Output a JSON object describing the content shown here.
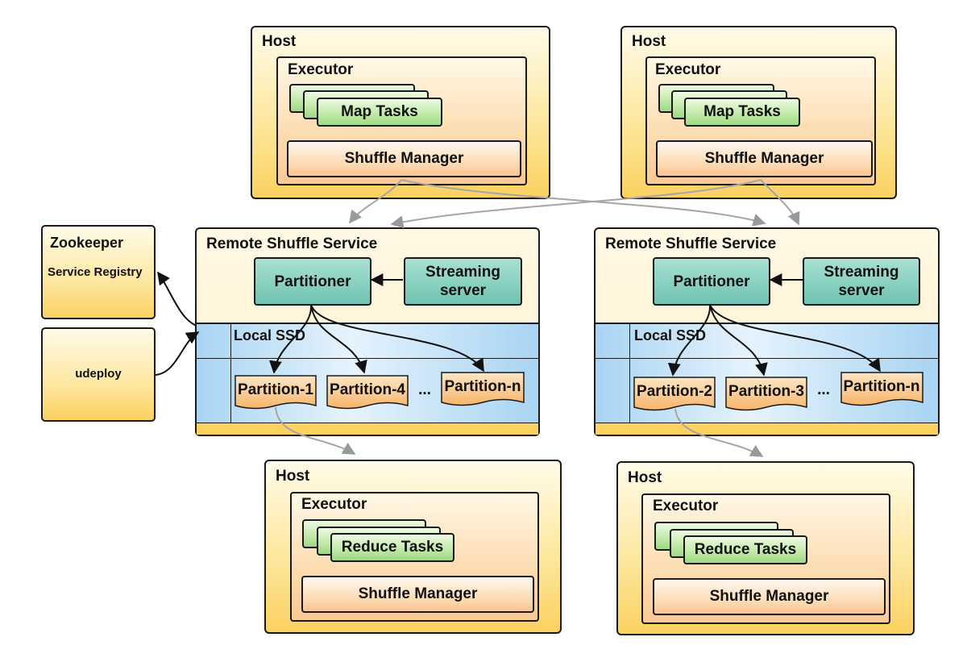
{
  "top_left_host": {
    "title": "Host",
    "executor": "Executor",
    "tasks": "Map Tasks",
    "manager": "Shuffle Manager"
  },
  "top_right_host": {
    "title": "Host",
    "executor": "Executor",
    "tasks": "Map Tasks",
    "manager": "Shuffle Manager"
  },
  "bottom_left_host": {
    "title": "Host",
    "executor": "Executor",
    "tasks": "Reduce Tasks",
    "manager": "Shuffle Manager"
  },
  "bottom_right_host": {
    "title": "Host",
    "executor": "Executor",
    "tasks": "Reduce Tasks",
    "manager": "Shuffle Manager"
  },
  "zookeeper": {
    "title": "Zookeeper",
    "subtitle": "Service Registry"
  },
  "udeploy": {
    "label": "udeploy"
  },
  "left_rss": {
    "title": "Remote Shuffle Service",
    "partitioner": "Partitioner",
    "streaming_server": "Streaming server",
    "local_ssd": "Local SSD",
    "partitions": [
      "Partition-1",
      "Partition-4",
      "Partition-n"
    ],
    "ellipsis": "..."
  },
  "right_rss": {
    "title": "Remote Shuffle Service",
    "partitioner": "Partitioner",
    "streaming_server": "Streaming server",
    "local_ssd": "Local SSD",
    "partitions": [
      "Partition-2",
      "Partition-3",
      "Partition-n"
    ],
    "ellipsis": "..."
  }
}
